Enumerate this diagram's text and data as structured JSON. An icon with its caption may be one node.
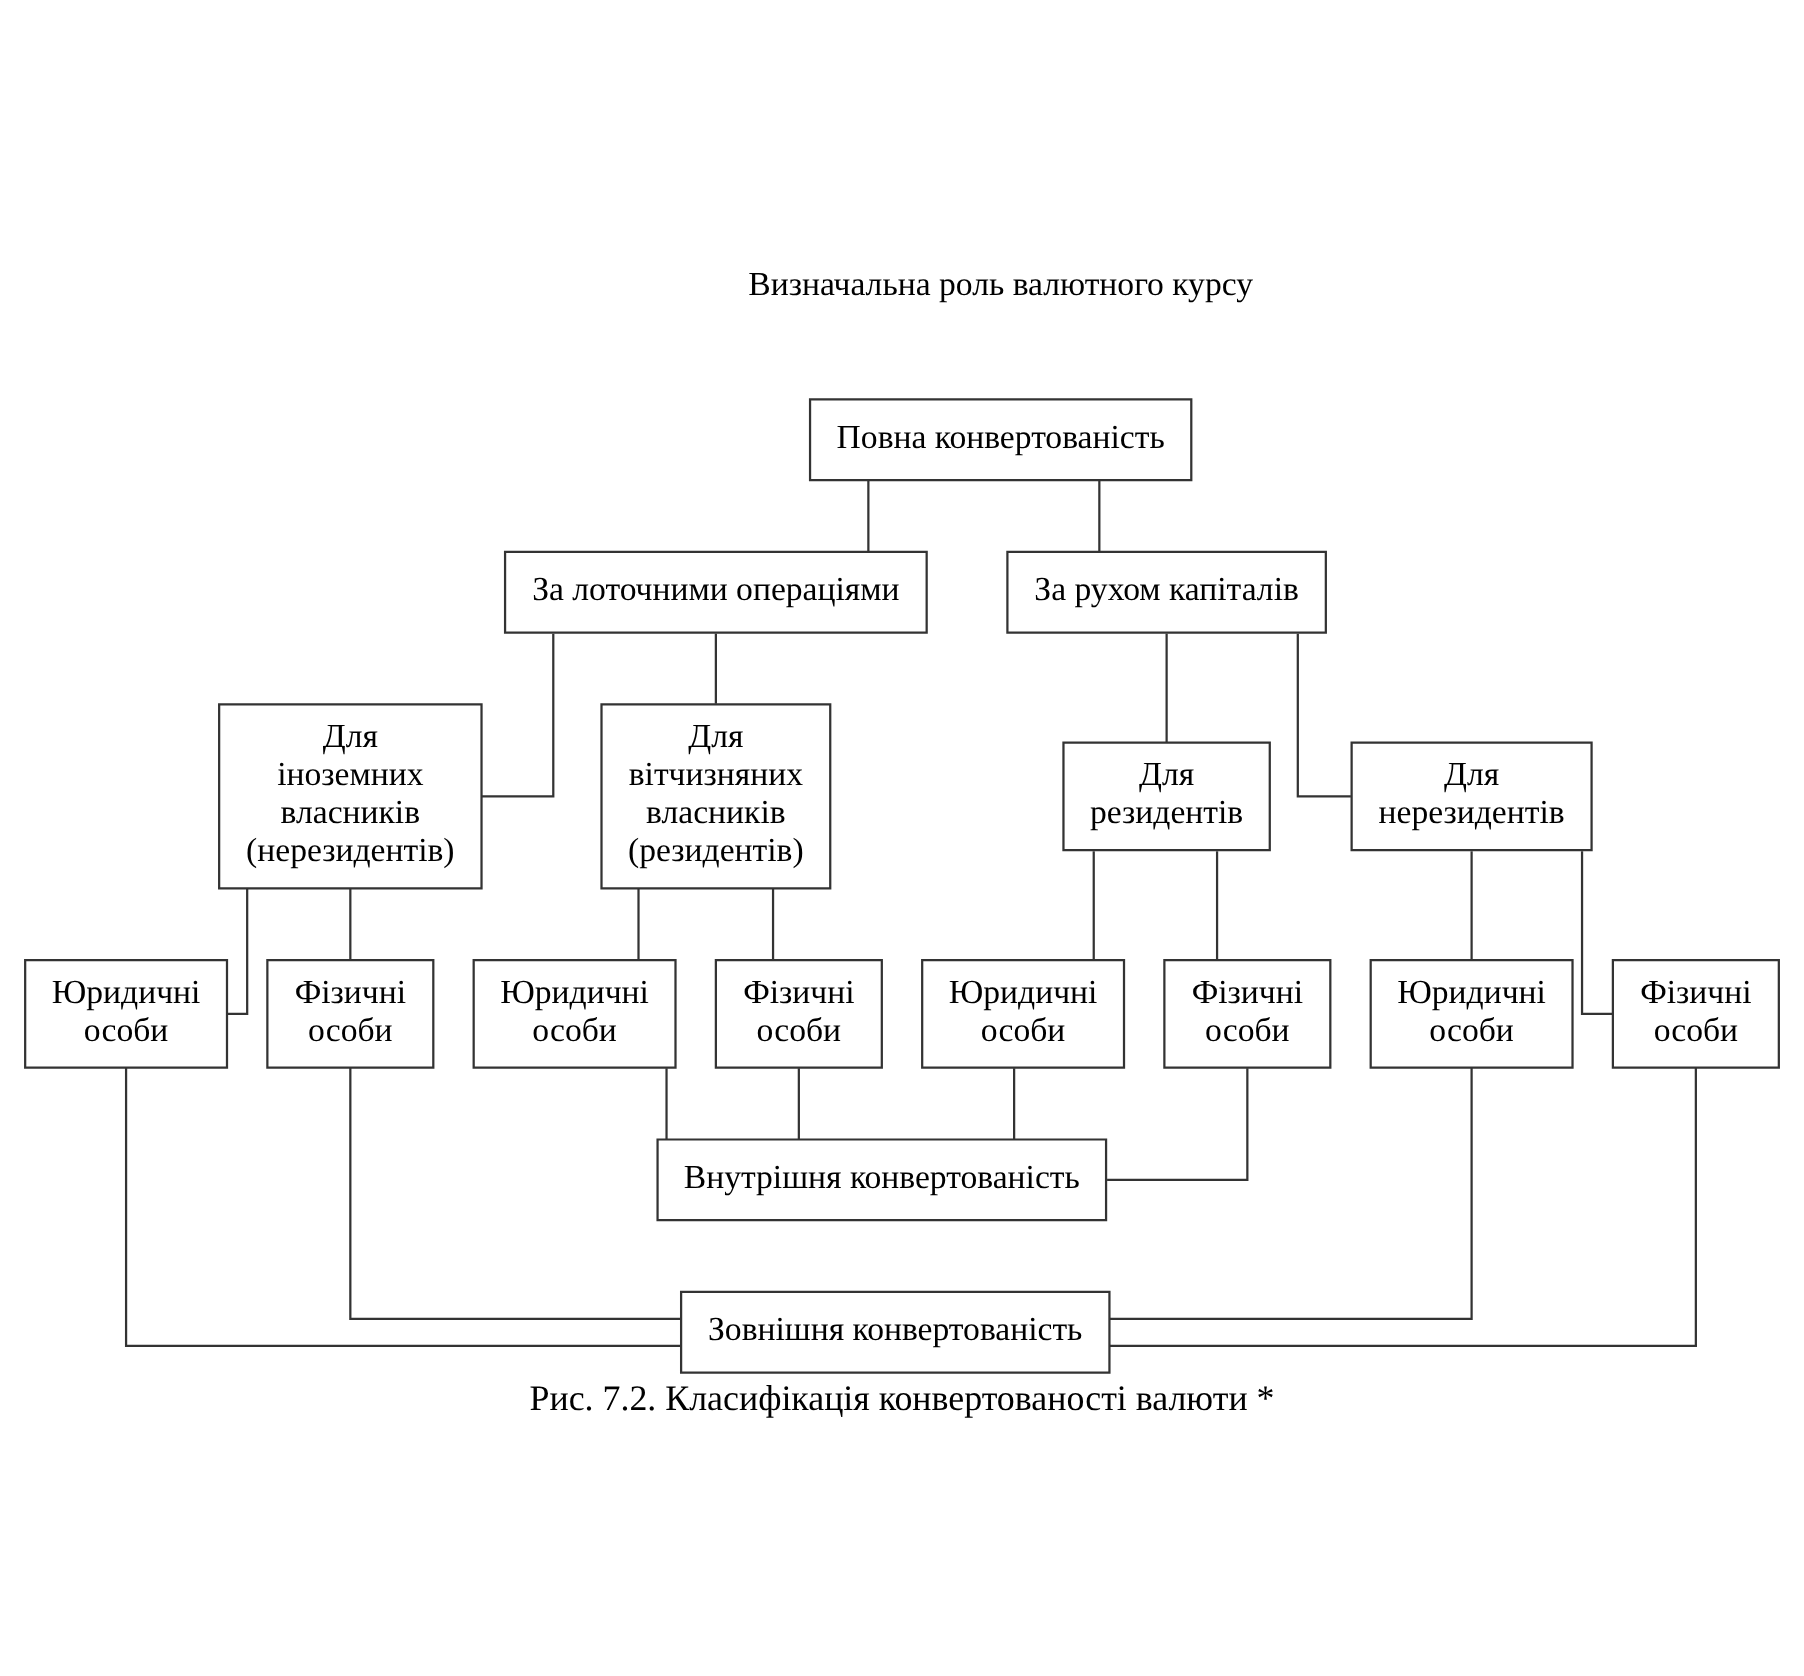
{
  "diagram": {
    "caption": "Рис. 7.2. Класифікація конвертованості валюти *",
    "nodes": [
      {
        "text": [
          "Повна конвертованість"
        ]
      },
      {
        "text": [
          "За лоточними операціями"
        ]
      },
      {
        "text": [
          "За рухом капіталів"
        ]
      },
      {
        "text": [
          "Для іноземних власників (нерезидентів)"
        ]
      },
      {
        "text": [
          "Для вітчизняних власників (резидентів)"
        ]
      },
      {
        "text": [
          "Для резидентів"
        ]
      },
      {
        "text": [
          "Для нерезидентів"
        ]
      },
      {
        "text": [
          "Юридичні особи"
        ]
      },
      {
        "text": [
          "Фізичні особи"
        ]
      },
      {
        "text": [
          "Юридичні особи"
        ]
      },
      {
        "text": [
          "Фізичні особи"
        ]
      },
      {
        "text": [
          "Юридичні особи"
        ]
      },
      {
        "text": [
          "Фізичні особи"
        ]
      },
      {
        "text": [
          "Юридичні особи"
        ]
      },
      {
        "text": [
          "Фізичні особи"
        ]
      },
      {
        "text": [
          "Внутрішня конвертованість"
        ]
      },
      {
        "text": [
          "Зовнішня конвертованість"
        ]
      }
    ],
    "edges": [
      {
        "from": 0,
        "to": 1,
        "arrow": "none"
      },
      {
        "from": 0,
        "to": 2,
        "arrow": "none"
      },
      {
        "from": 1,
        "to": 3,
        "arrow": "none"
      },
      {
        "from": 1,
        "to": 4,
        "arrow": "none"
      },
      {
        "from": 2,
        "to": 5,
        "arrow": "none"
      },
      {
        "from": 2,
        "to": 6,
        "arrow": "none"
      },
      {
        "from": 3,
        "to": 7,
        "arrow": "none"
      },
      {
        "from": 3,
        "to": 8,
        "arrow": "none"
      },
      {
        "from": 4,
        "to": 9,
        "arrow": "none"
      },
      {
        "from": 4,
        "to": 10,
        "arrow": "none"
      },
      {
        "from": 5,
        "to": 11,
        "arrow": "none"
      },
      {
        "from": 5,
        "to": 12,
        "arrow": "none"
      },
      {
        "from": 6,
        "to": 13,
        "arrow": "none"
      },
      {
        "from": 6,
        "to": 14,
        "arrow": "none"
      },
      {
        "from": 9,
        "to": 15,
        "arrow": "none"
      },
      {
        "from": 10,
        "to": 15,
        "arrow": "none"
      },
      {
        "from": 11,
        "to": 15,
        "arrow": "none"
      },
      {
        "from": 12,
        "to": 15,
        "arrow": "none"
      },
      {
        "from": 7,
        "to": 16,
        "arrow": "none"
      },
      {
        "from": 8,
        "to": 16,
        "arrow": "none"
      },
      {
        "from": 13,
        "to": 16,
        "arrow": "none"
      },
      {
        "from": 14,
        "to": 16,
        "arrow": "none"
      }
    ],
    "labels": [
      "Визначальна роль валютного курсу"
    ]
  }
}
